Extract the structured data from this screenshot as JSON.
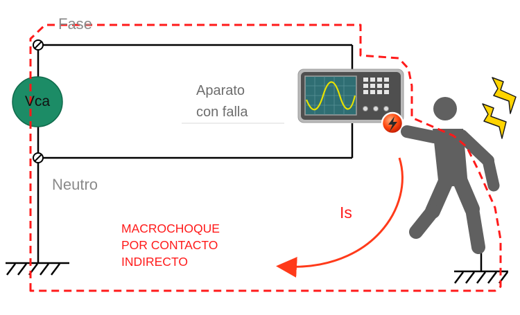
{
  "labels": {
    "phase": "Fase",
    "neutral": "Neutro",
    "source": "Vca",
    "device_line1": "Aparato",
    "device_line2": "con falla",
    "current": "Is",
    "title_line1": "MACROCHOQUE",
    "title_line2": "POR CONTACTO",
    "title_line3": "INDIRECTO"
  },
  "colors": {
    "wire": "#000000",
    "loop": "#ff1a1a",
    "source_fill": "#1c8c66",
    "person": "#606060",
    "lightning": "#ffd400",
    "label_gray": "#8a8a8a",
    "arrow": "#ff3a1a"
  },
  "icons": [
    "oscilloscope-icon",
    "electric-shock-badge-icon",
    "lightning-bolt-icon",
    "ground-symbol-icon",
    "person-icon"
  ]
}
